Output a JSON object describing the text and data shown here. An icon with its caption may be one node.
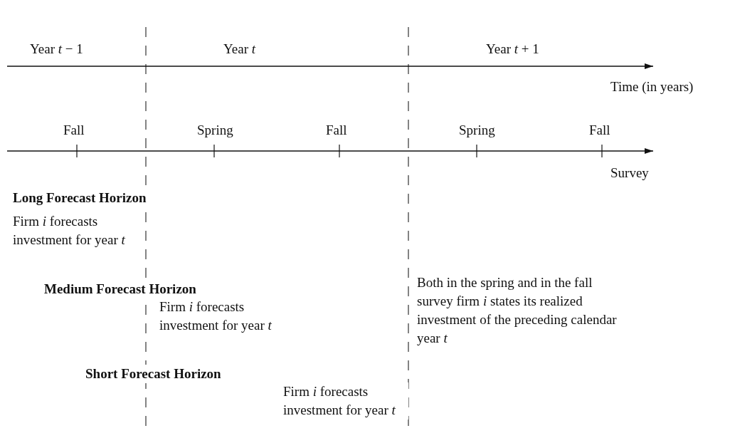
{
  "diagram": {
    "labels": [
      "Year *t* − 1",
      "Year *t*",
      "Year *t* + 1",
      "Time (in years)",
      "Fall",
      "Spring",
      "Fall",
      "Spring",
      "Fall",
      "Survey",
      "Long Forecast Horizon",
      "Firm *i* forecasts investment for year *t*",
      "Medium Forecast Horizon",
      "Firm *i* forecasts investment for year *t*",
      "Both in the spring and in the fall survey firm *i* states its realized investment of the preceding calendar year *t*",
      "Short Forecast Horizon",
      "Firm *i* forecasts investment for year *t*"
    ]
  }
}
